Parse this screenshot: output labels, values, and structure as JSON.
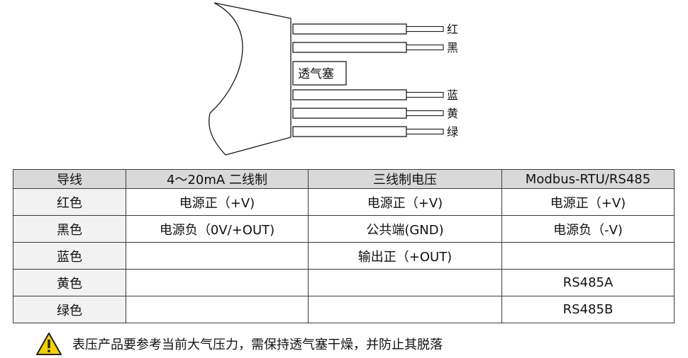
{
  "diagram": {
    "plug_label": "透气塞",
    "wires": [
      {
        "label": "红"
      },
      {
        "label": "黑"
      },
      {
        "label": "蓝"
      },
      {
        "label": "黄"
      },
      {
        "label": "绿"
      }
    ]
  },
  "table": {
    "headers": [
      "导线",
      "4～20mA 二线制",
      "三线制电压",
      "Modbus-RTU/RS485"
    ],
    "rows": [
      [
        "红色",
        "电源正（+V)",
        "电源正（+V)",
        "电源正（+V)"
      ],
      [
        "黑色",
        "电源负（0V/+OUT)",
        "公共端(GND)",
        "电源负（-V)"
      ],
      [
        "蓝色",
        "",
        "输出正（+OUT)",
        ""
      ],
      [
        "黄色",
        "",
        "",
        "RS485A"
      ],
      [
        "绿色",
        "",
        "",
        "RS485B"
      ]
    ]
  },
  "note": {
    "icon": "warning-icon",
    "text": "表压产品要参考当前大气压力，需保持透气塞干燥，并防止其脱落"
  }
}
